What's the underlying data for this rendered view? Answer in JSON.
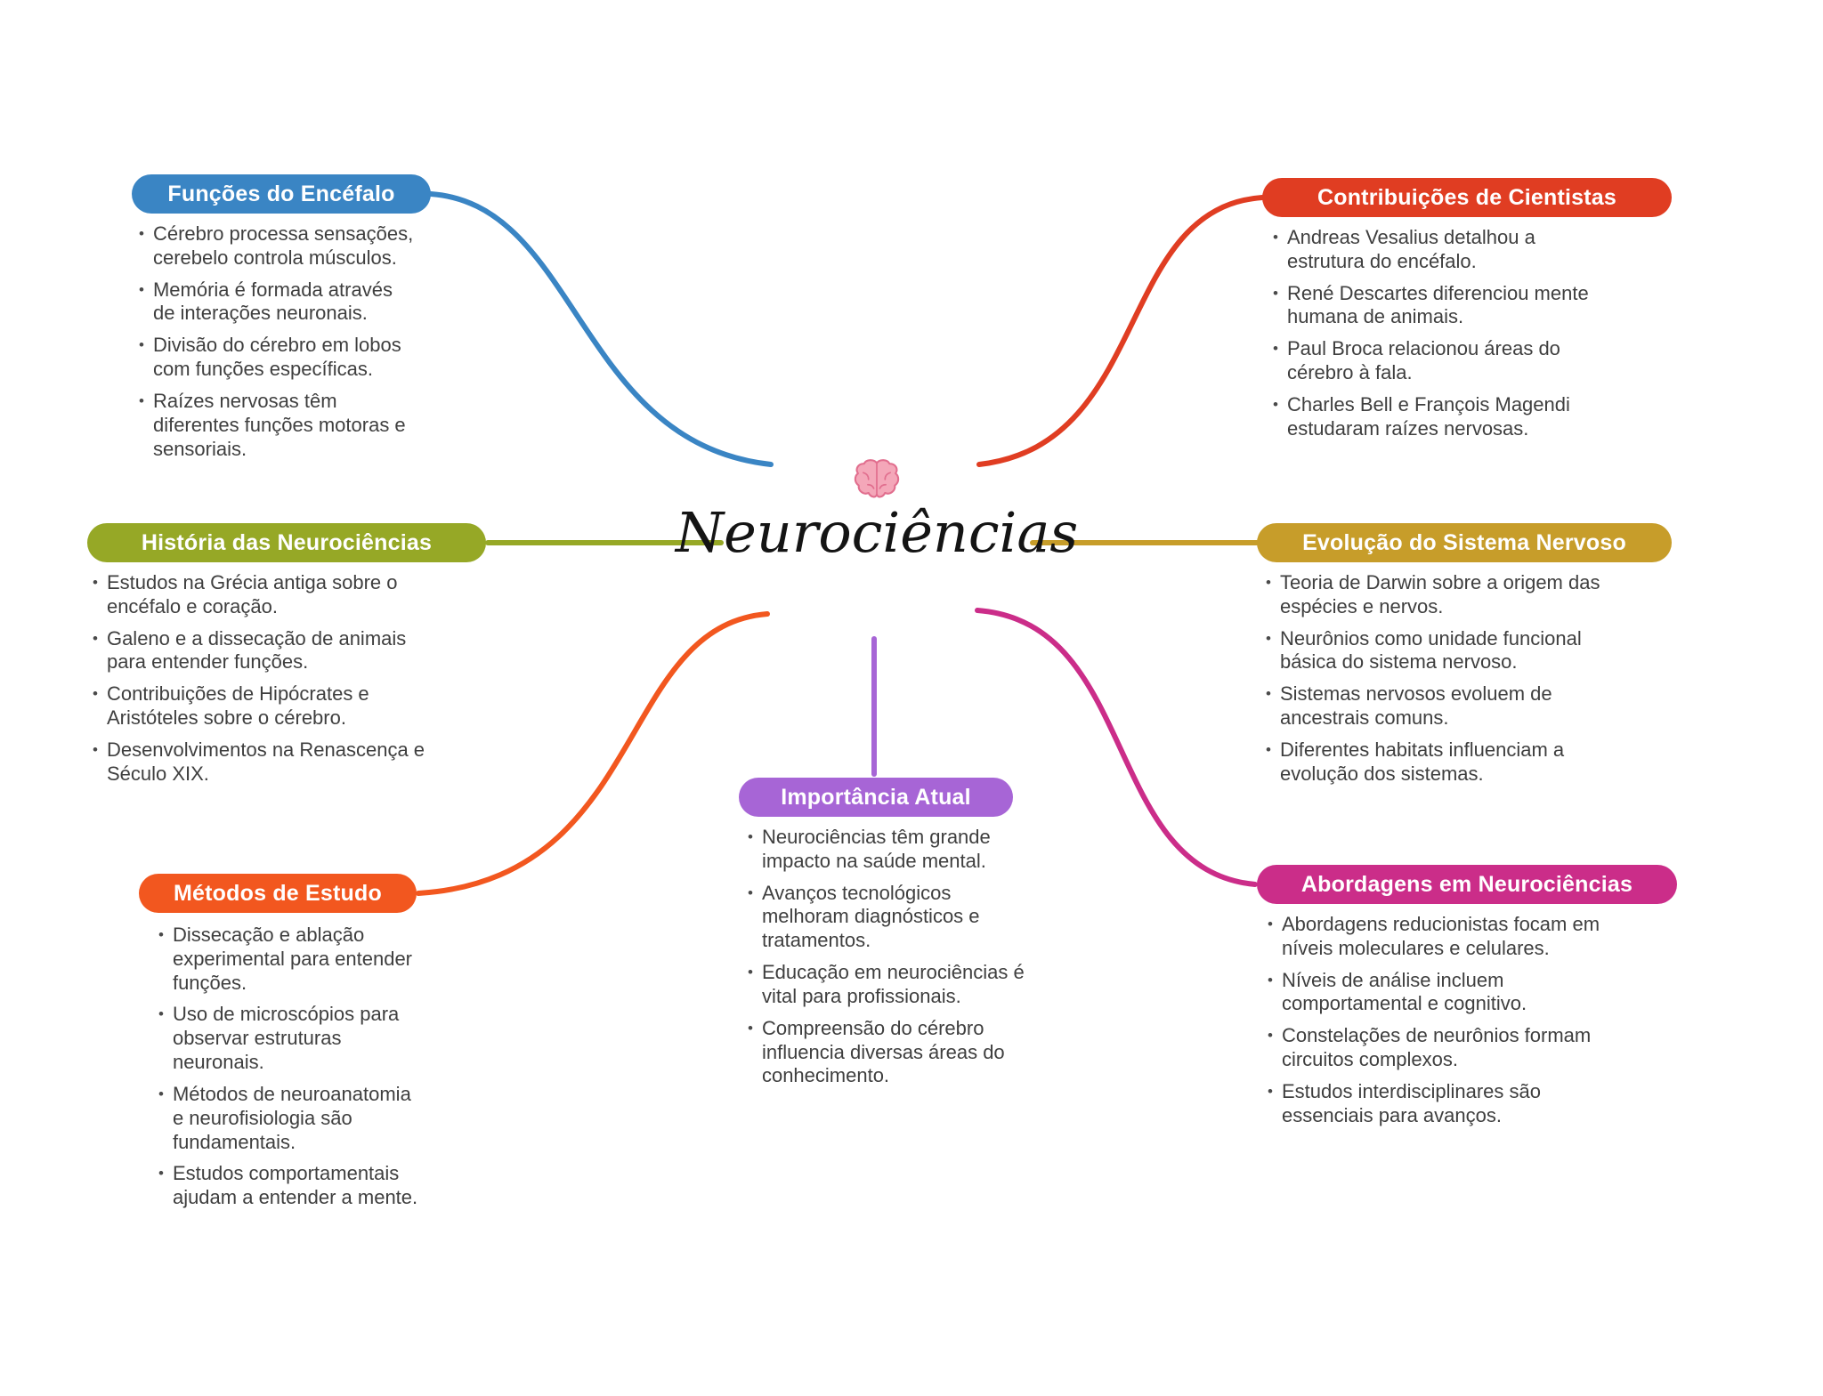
{
  "center": {
    "title": "Neurociências",
    "icon": "brain-icon"
  },
  "branches": [
    {
      "id": "funcoes-do-encefalo",
      "label": "Funções do Encéfalo",
      "color": "#3a85c4",
      "bullets": [
        "Cérebro processa sensações, cerebelo controla músculos.",
        "Memória é formada através de interações neuronais.",
        "Divisão do cérebro em lobos com funções específicas.",
        "Raízes nervosas têm diferentes funções motoras e sensoriais."
      ]
    },
    {
      "id": "contribuicoes-de-cientistas",
      "label": "Contribuições de Cientistas",
      "color": "#e03d22",
      "bullets": [
        "Andreas Vesalius detalhou a estrutura do encéfalo.",
        "René Descartes diferenciou mente humana de animais.",
        "Paul Broca relacionou áreas do cérebro à fala.",
        "Charles Bell e François Magendi estudaram raízes nervosas."
      ]
    },
    {
      "id": "historia-das-neurociencias",
      "label": "História das Neurociências",
      "color": "#96a826",
      "bullets": [
        "Estudos na Grécia antiga sobre o encéfalo e coração.",
        "Galeno e a dissecação de animais para entender funções.",
        "Contribuições de Hipócrates e Aristóteles sobre o cérebro.",
        "Desenvolvimentos na Renascença e Século XIX."
      ]
    },
    {
      "id": "evolucao-do-sistema-nervoso",
      "label": "Evolução do Sistema Nervoso",
      "color": "#c79d2a",
      "bullets": [
        "Teoria de Darwin sobre a origem das espécies e nervos.",
        "Neurônios como unidade funcional básica do sistema nervoso.",
        "Sistemas nervosos evoluem de ancestrais comuns.",
        "Diferentes habitats influenciam a evolução dos sistemas."
      ]
    },
    {
      "id": "metodos-de-estudo",
      "label": "Métodos de Estudo",
      "color": "#f2571f",
      "bullets": [
        "Dissecação e ablação experimental para entender funções.",
        "Uso de microscópios para observar estruturas neuronais.",
        "Métodos de neuroanatomia e neurofisiologia são fundamentais.",
        "Estudos comportamentais ajudam a entender a mente."
      ]
    },
    {
      "id": "importancia-atual",
      "label": "Importância Atual",
      "color": "#a765d6",
      "bullets": [
        "Neurociências têm grande impacto na saúde mental.",
        "Avanços tecnológicos melhoram diagnósticos e tratamentos.",
        "Educação em neurociências é vital para profissionais.",
        "Compreensão do cérebro influencia diversas áreas do conhecimento."
      ]
    },
    {
      "id": "abordagens-em-neurociencias",
      "label": "Abordagens em Neurociências",
      "color": "#cb2d89",
      "bullets": [
        "Abordagens reducionistas focam em níveis moleculares e celulares.",
        "Níveis de análise incluem comportamental e cognitivo.",
        "Constelações de neurônios formam circuitos complexos.",
        "Estudos interdisciplinares são essenciais para avanços."
      ]
    }
  ]
}
